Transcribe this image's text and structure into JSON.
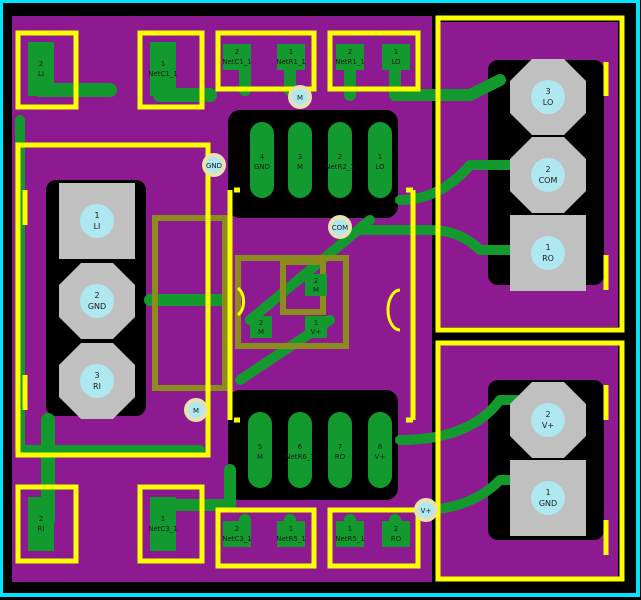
{
  "colors": {
    "background": "#000000",
    "board_outline": "#00e5ff",
    "copper_fill": "#8e1a92",
    "trace": "#129a2e",
    "silkscreen": "#ffff00",
    "pad_gray": "#c0c0c0",
    "hole": "#b0e8f2",
    "via_ring": "#e9e2b0",
    "component_body": "#8b8b1e"
  },
  "smd_pads": [
    {
      "id": "p_li2",
      "num": "2",
      "net": "LI"
    },
    {
      "id": "p_netc1_1",
      "num": "1",
      "net": "NetC1_1"
    },
    {
      "id": "p_netc1_1b",
      "num": "2",
      "net": "NetC1_1"
    },
    {
      "id": "p_netr1_1",
      "num": "1",
      "net": "NetR1_1"
    },
    {
      "id": "p_netr1_1b",
      "num": "2",
      "net": "NetR1_1"
    },
    {
      "id": "p_lo1",
      "num": "1",
      "net": "LO"
    },
    {
      "id": "p_ri2",
      "num": "2",
      "net": "RI"
    },
    {
      "id": "p_netc3_1",
      "num": "1",
      "net": "NetC3_1"
    },
    {
      "id": "p_netc3_1b",
      "num": "2",
      "net": "NetC3_1"
    },
    {
      "id": "p_netr5_1",
      "num": "1",
      "net": "NetR5_1"
    },
    {
      "id": "p_netr5_1b",
      "num": "1",
      "net": "NetR5_1"
    },
    {
      "id": "p_ro2",
      "num": "2",
      "net": "RO"
    }
  ],
  "ic_pins": [
    {
      "num": "4",
      "net": "GND"
    },
    {
      "num": "3",
      "net": "M"
    },
    {
      "num": "2",
      "net": "NetR2_1"
    },
    {
      "num": "1",
      "net": "LO"
    },
    {
      "num": "5",
      "net": "M"
    },
    {
      "num": "6",
      "net": "NetR6_1"
    },
    {
      "num": "7",
      "net": "RO"
    },
    {
      "num": "8",
      "net": "V+"
    }
  ],
  "center_pads": [
    {
      "num": "2",
      "net": "M"
    },
    {
      "num": "2",
      "net": "M"
    },
    {
      "num": "1",
      "net": "V+"
    }
  ],
  "connector_pads": [
    {
      "num": "1",
      "net": "LI"
    },
    {
      "num": "2",
      "net": "GND"
    },
    {
      "num": "3",
      "net": "RI"
    },
    {
      "num": "3",
      "net": "LO"
    },
    {
      "num": "2",
      "net": "COM"
    },
    {
      "num": "1",
      "net": "RO"
    },
    {
      "num": "2",
      "net": "V+"
    },
    {
      "num": "1",
      "net": "GND"
    }
  ],
  "vias": [
    "M",
    "GND",
    "COM",
    "M",
    "V+"
  ]
}
